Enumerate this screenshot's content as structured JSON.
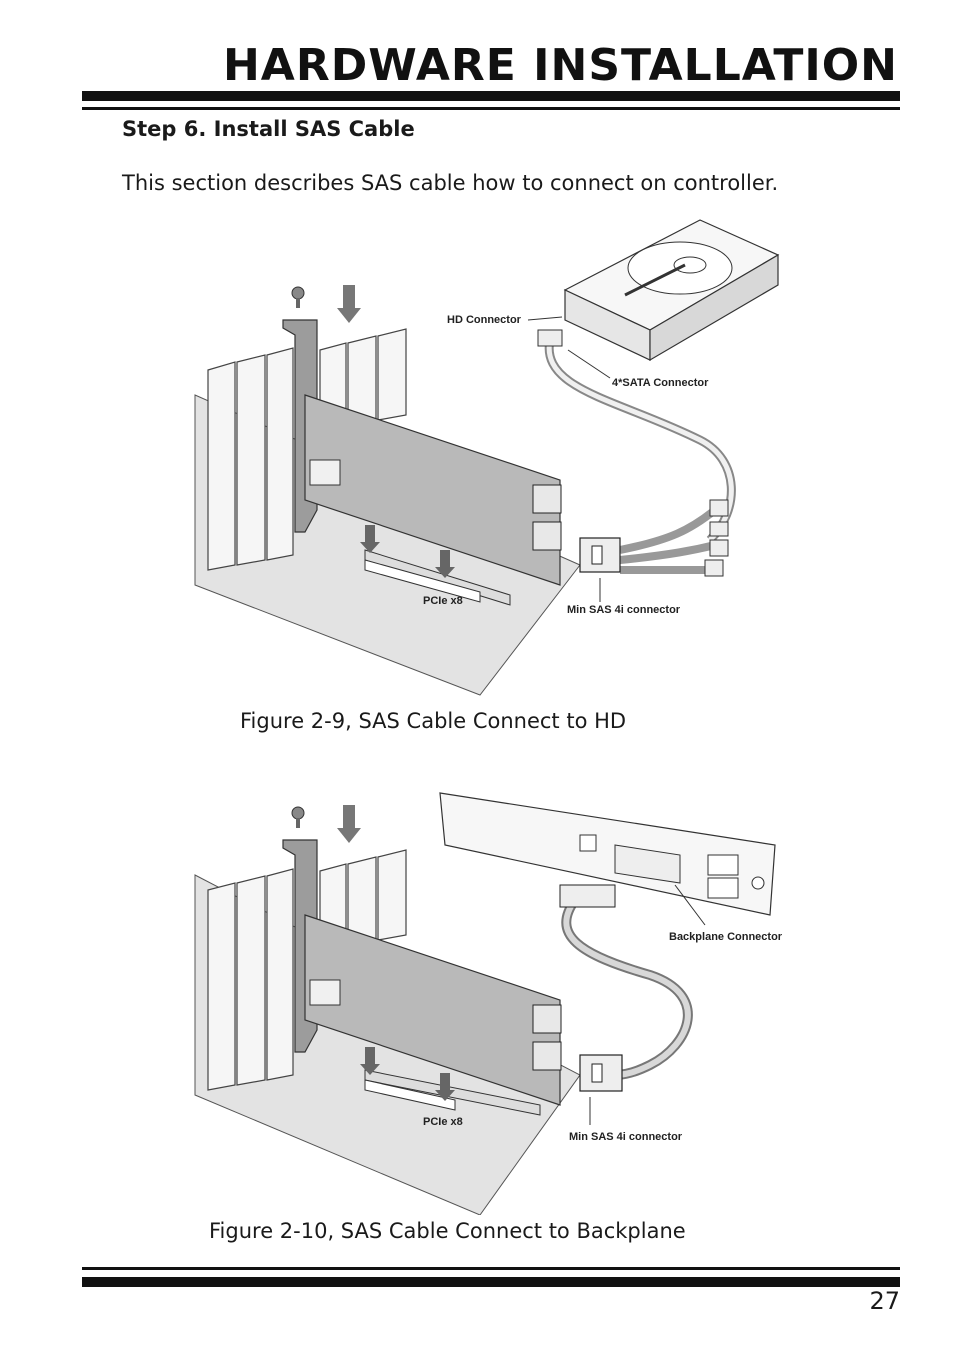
{
  "header": {
    "title": "HARDWARE INSTALLATION"
  },
  "section": {
    "step_title": "Step 6. Install SAS Cable",
    "intro": "This section describes SAS cable how to connect on controller."
  },
  "figure1": {
    "caption": "Figure 2-9, SAS Cable Connect to HD",
    "labels": {
      "hd_connector": "HD Connector",
      "sata_connector": "4*SATA Connector",
      "pcie": "PCIe x8",
      "min_sas": "Min SAS 4i connector"
    }
  },
  "figure2": {
    "caption": "Figure 2-10, SAS Cable Connect to Backplane",
    "labels": {
      "backplane_connector": "Backplane Connector",
      "pcie": "PCIe x8",
      "min_sas": "Min SAS 4i connector"
    }
  },
  "footer": {
    "page_number": "27"
  }
}
